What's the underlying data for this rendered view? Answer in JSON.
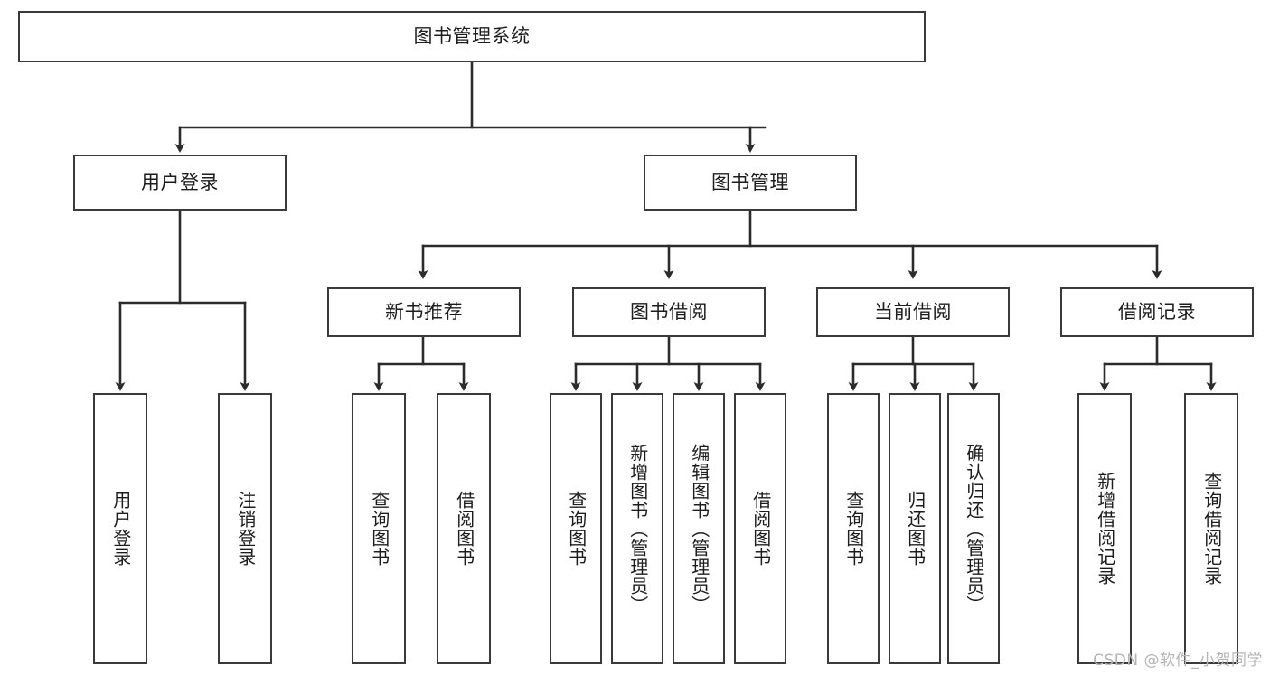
{
  "diagram": {
    "title": "图书管理系统",
    "type": "tree-hierarchy-chart",
    "colors": {
      "box_border": "#3a3a3a",
      "box_fill": "#ffffff",
      "connector": "#2b2b2b",
      "text": "#1d1d1d",
      "watermark": "#b4b4b4",
      "background": "#ffffff"
    },
    "root": {
      "label": "图书管理系统"
    },
    "level2": [
      {
        "id": "user-login",
        "label": "用户登录"
      },
      {
        "id": "book-management",
        "label": "图书管理"
      }
    ],
    "level3": [
      {
        "id": "new-book-recommend",
        "label": "新书推荐"
      },
      {
        "id": "book-borrow",
        "label": "图书借阅"
      },
      {
        "id": "current-borrow",
        "label": "当前借阅"
      },
      {
        "id": "borrow-record",
        "label": "借阅记录"
      }
    ],
    "leaves": {
      "user_login": [
        {
          "id": "leaf-user-login",
          "label": "用户登录"
        },
        {
          "id": "leaf-logout-login",
          "label": "注销登录"
        }
      ],
      "new_book_recommend": [
        {
          "id": "leaf-query-book-1",
          "label": "查询图书"
        },
        {
          "id": "leaf-borrow-book-1",
          "label": "借阅图书"
        }
      ],
      "book_borrow": [
        {
          "id": "leaf-query-book-2",
          "label": "查询图书"
        },
        {
          "id": "leaf-add-book",
          "label": "新增图书（管理员）"
        },
        {
          "id": "leaf-edit-book",
          "label": "编辑图书（管理员）"
        },
        {
          "id": "leaf-borrow-book-2",
          "label": "借阅图书"
        }
      ],
      "current_borrow": [
        {
          "id": "leaf-query-book-3",
          "label": "查询图书"
        },
        {
          "id": "leaf-return-book",
          "label": "归还图书"
        },
        {
          "id": "leaf-confirm-return",
          "label": "确认归还（管理员）"
        }
      ],
      "borrow_record": [
        {
          "id": "leaf-add-record",
          "label": "新增借阅记录"
        },
        {
          "id": "leaf-query-record",
          "label": "查询借阅记录"
        }
      ]
    },
    "watermark": "CSDN @软件_小贺同学"
  }
}
